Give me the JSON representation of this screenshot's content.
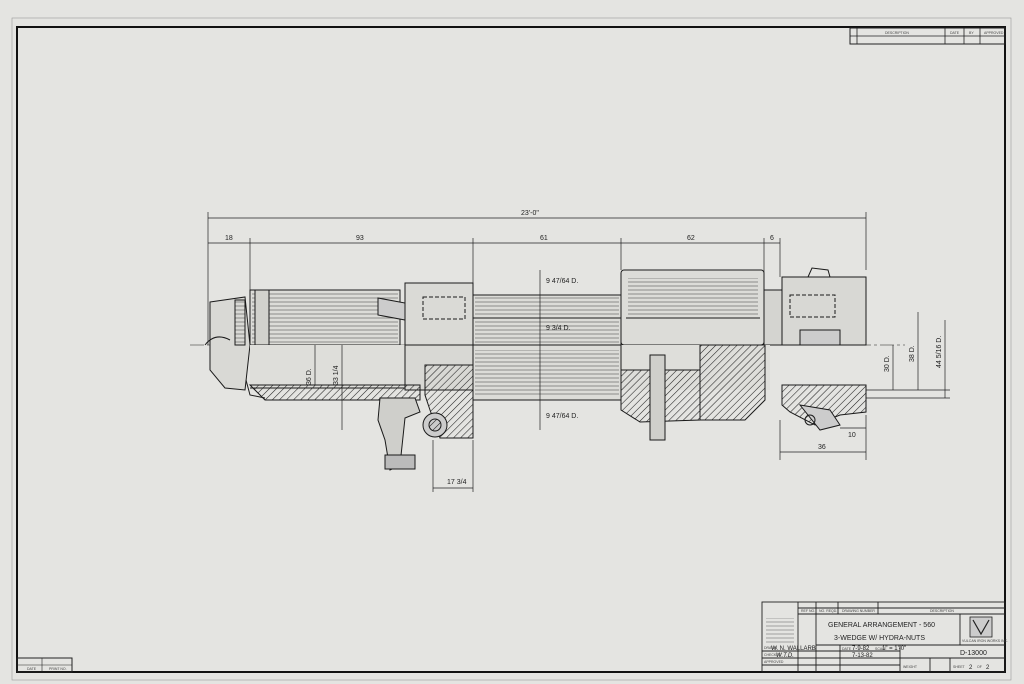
{
  "revision_block": {
    "headers": [
      "DESCRIPTION",
      "DATE",
      "BY",
      "APPROVED"
    ]
  },
  "dimensions": {
    "overall": "23'-0\"",
    "segments": [
      "18",
      "93",
      "61",
      "62",
      "6"
    ],
    "dia_upper": "9 47/64 D.",
    "dia_middle": "9 3/4 D.",
    "dia_lower": "9 47/64 D.",
    "height_36": "36 D.",
    "height_33": "33 1/4",
    "bottom_17": "17 3/4",
    "right_30": "30 D.",
    "right_38": "38 D.",
    "right_44": "44 5/16 D.",
    "right_10": "10",
    "right_36": "36"
  },
  "title_block": {
    "header_cols": [
      "REF NO.",
      "NO. REQD.",
      "DRAWING NUMBER",
      "DESCRIPTION"
    ],
    "title_line1": "GENERAL ARRANGEMENT - 560",
    "title_line2": "3-WEDGE W/ HYDRA-NUTS",
    "company": "VULCAN IRON WORKS INC.",
    "drawn_label": "DRAWN",
    "drawn_by": "W. N. WALLARB",
    "checked_label": "CHECKED",
    "checked_by": "W.T.D.",
    "approved_label": "APPROVED",
    "date_label": "DATE",
    "date1": "7-9-82",
    "date2": "7-13-82",
    "scale_label": "SCALE",
    "scale": "1\" = 1'-0\"",
    "drawing_number": "D-13000",
    "weight_label": "WEIGHT",
    "sheet_label": "SHEET",
    "sheet": "2",
    "of_label": "OF",
    "sheet_total": "2"
  },
  "corner_block": {
    "labels": [
      "DATE",
      "PRINT NO."
    ]
  }
}
